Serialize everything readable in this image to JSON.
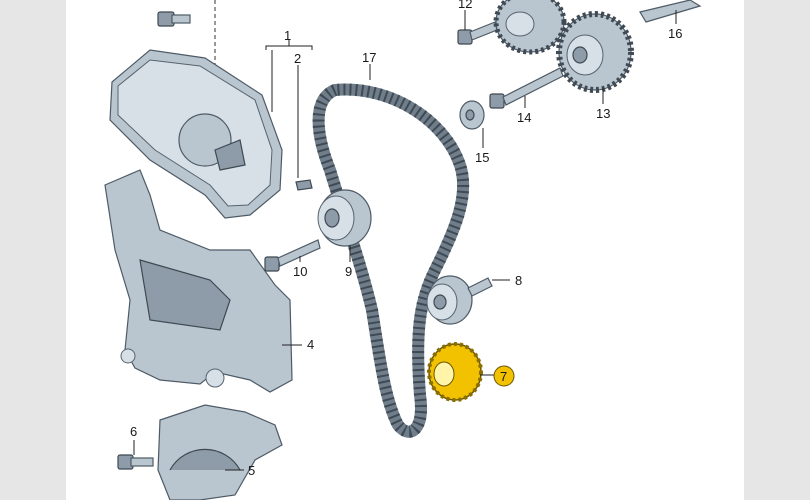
{
  "diagram": {
    "highlight_color": "#f2c200",
    "callouts": [
      {
        "id": "1",
        "label": "1"
      },
      {
        "id": "2",
        "label": "2"
      },
      {
        "id": "4",
        "label": "4"
      },
      {
        "id": "5",
        "label": "5"
      },
      {
        "id": "6",
        "label": "6"
      },
      {
        "id": "7",
        "label": "7"
      },
      {
        "id": "8",
        "label": "8"
      },
      {
        "id": "9",
        "label": "9"
      },
      {
        "id": "10",
        "label": "10"
      },
      {
        "id": "12",
        "label": "12"
      },
      {
        "id": "13",
        "label": "13"
      },
      {
        "id": "14",
        "label": "14"
      },
      {
        "id": "15",
        "label": "15"
      },
      {
        "id": "16",
        "label": "16"
      },
      {
        "id": "17",
        "label": "17"
      }
    ]
  }
}
